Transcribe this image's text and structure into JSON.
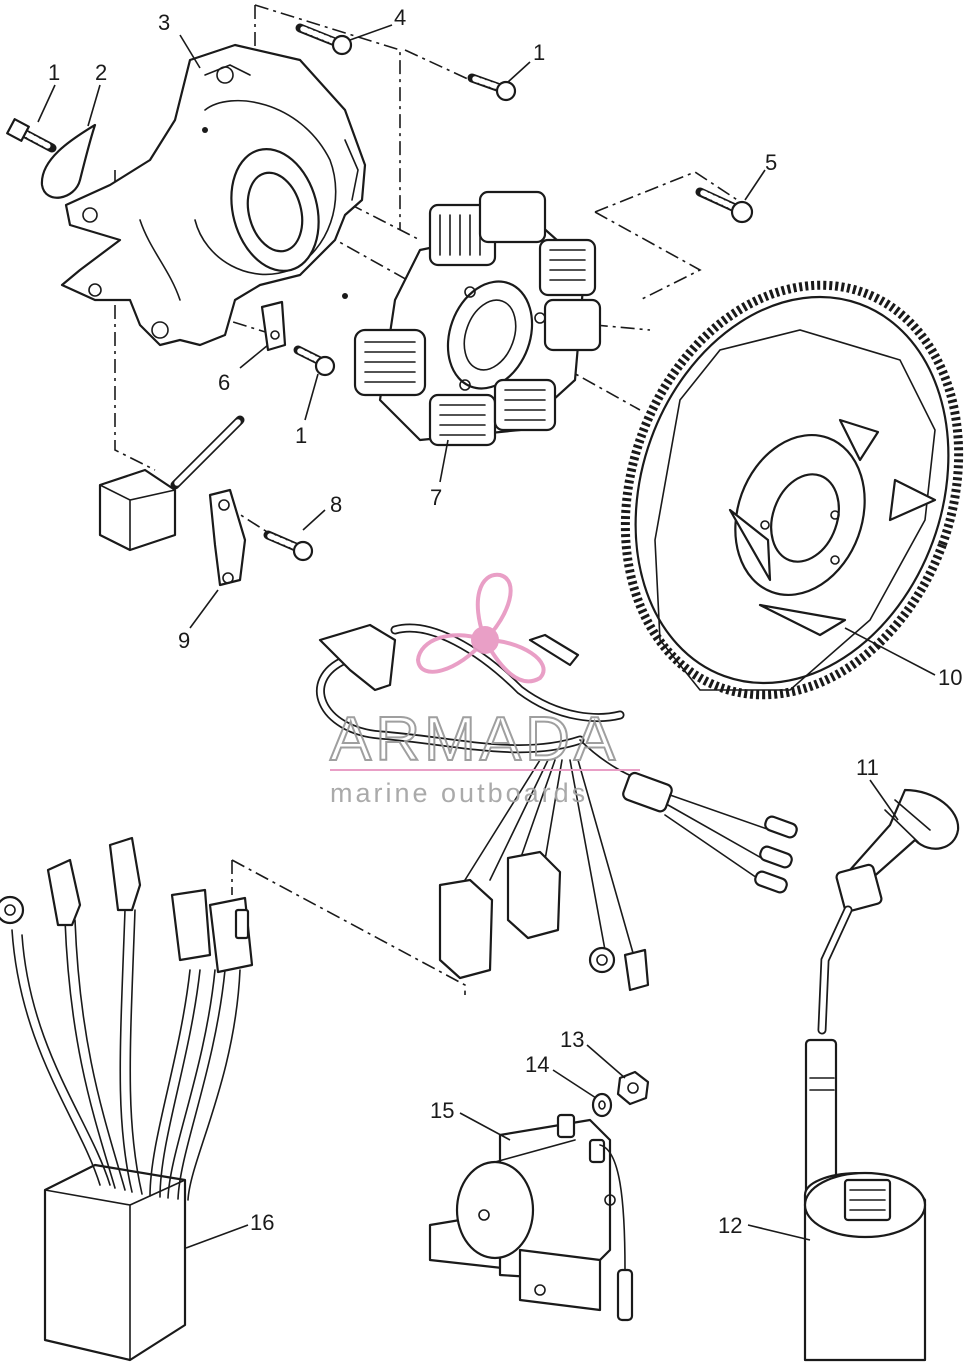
{
  "callouts": [
    {
      "id": "c1a",
      "label": "1"
    },
    {
      "id": "c2",
      "label": "2"
    },
    {
      "id": "c3",
      "label": "3"
    },
    {
      "id": "c4",
      "label": "4"
    },
    {
      "id": "c1b",
      "label": "1"
    },
    {
      "id": "c5",
      "label": "5"
    },
    {
      "id": "c6",
      "label": "6"
    },
    {
      "id": "c1c",
      "label": "1"
    },
    {
      "id": "c7",
      "label": "7"
    },
    {
      "id": "c8",
      "label": "8"
    },
    {
      "id": "c9",
      "label": "9"
    },
    {
      "id": "c10",
      "label": "10"
    },
    {
      "id": "c11",
      "label": "11"
    },
    {
      "id": "c12",
      "label": "12"
    },
    {
      "id": "c13",
      "label": "13"
    },
    {
      "id": "c14",
      "label": "14"
    },
    {
      "id": "c15",
      "label": "15"
    },
    {
      "id": "c16",
      "label": "16"
    }
  ],
  "watermark": {
    "title": "ARMADA",
    "subtitle": "marine outboards",
    "color": "#e89ac4"
  }
}
